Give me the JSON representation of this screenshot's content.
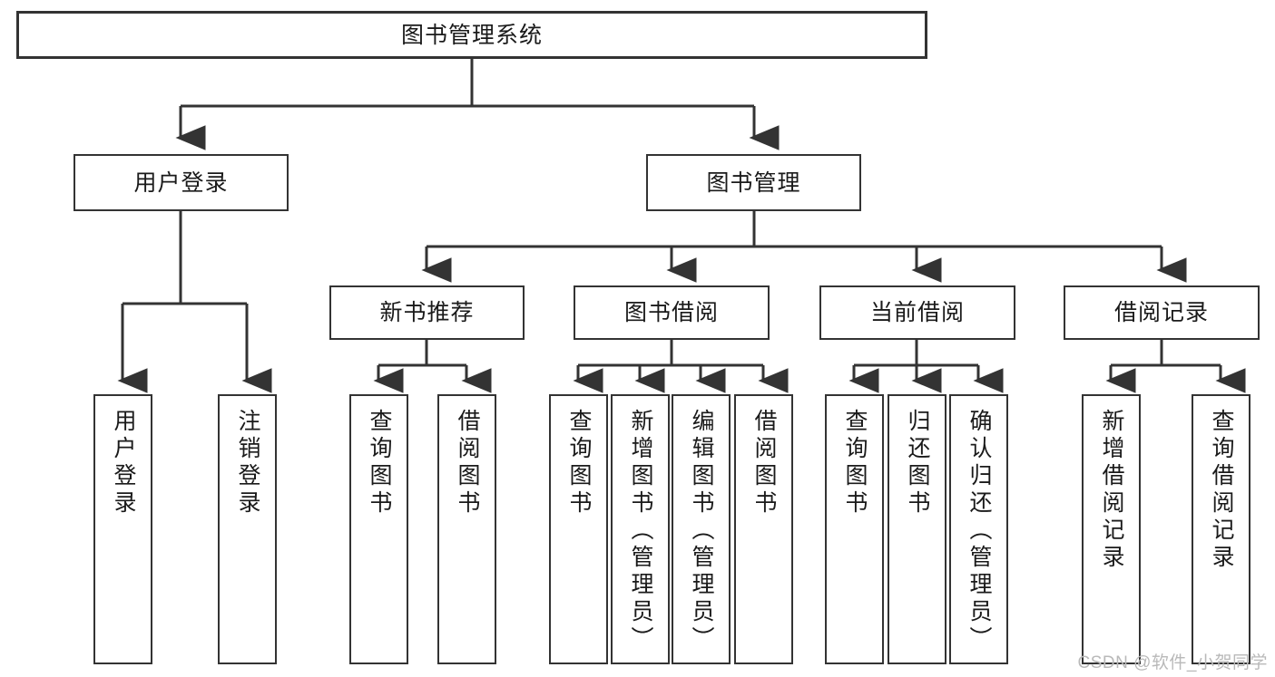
{
  "diagram": {
    "title": "图书管理系统",
    "watermark": "CSDN @软件_小贺同学",
    "type": "tree-hierarchy-diagram",
    "colors": {
      "box_border": "#333333",
      "box_fill": "#ffffff",
      "connector": "#333333",
      "text": "#1a1a1a",
      "watermark": "#b9b9b9"
    },
    "nodes": {
      "root": {
        "label": "图书管理系统"
      },
      "level2": [
        {
          "label": "用户登录"
        },
        {
          "label": "图书管理"
        }
      ],
      "level3": [
        {
          "label": "新书推荐"
        },
        {
          "label": "图书借阅"
        },
        {
          "label": "当前借阅"
        },
        {
          "label": "借阅记录"
        }
      ],
      "leaves": {
        "user_login": [
          {
            "label": "用户登录"
          },
          {
            "label": "注销登录"
          }
        ],
        "new_book_recommend": [
          {
            "label": "查询图书"
          },
          {
            "label": "借阅图书"
          }
        ],
        "book_borrow": [
          {
            "label": "查询图书"
          },
          {
            "label": "新增图书（管理员）"
          },
          {
            "label": "编辑图书（管理员）"
          },
          {
            "label": "借阅图书"
          }
        ],
        "current_borrow": [
          {
            "label": "查询图书"
          },
          {
            "label": "归还图书"
          },
          {
            "label": "确认归还（管理员）"
          }
        ],
        "borrow_record": [
          {
            "label": "新增借阅记录"
          },
          {
            "label": "查询借阅记录"
          }
        ]
      }
    }
  }
}
